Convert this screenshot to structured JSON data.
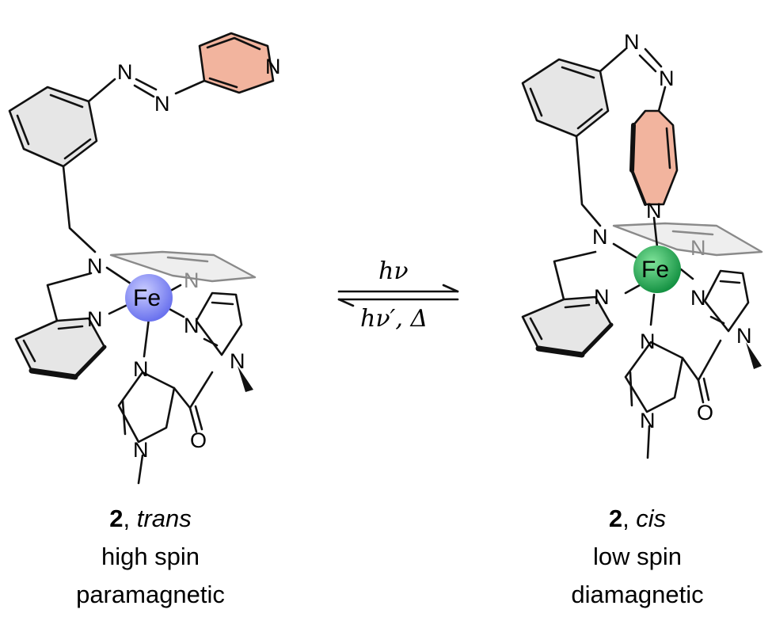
{
  "atoms": {
    "nitrogen": "N",
    "iron": "Fe",
    "oxygen": "O"
  },
  "arrow": {
    "forward_label": "hν",
    "reverse_label": "hν′, Δ"
  },
  "trans": {
    "compound": "2",
    "isomer": "trans",
    "spin": "high spin",
    "magnetism": "paramagnetic"
  },
  "cis": {
    "compound": "2",
    "isomer": "cis",
    "spin": "low spin",
    "magnetism": "diamagnetic"
  },
  "colors": {
    "fe_high_spin": "#8f96f2",
    "fe_low_spin": "#2aa54f",
    "pyridine_switch": "#f2a58c",
    "benzene_fill": "#e6e6e6"
  }
}
